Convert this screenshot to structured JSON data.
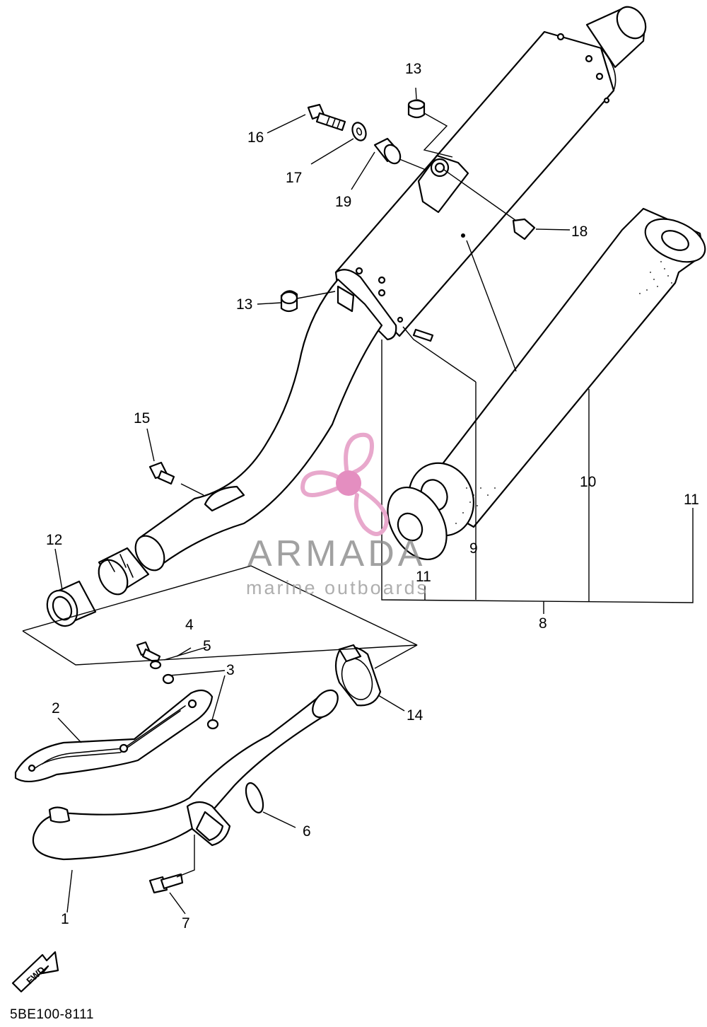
{
  "diagram": {
    "callouts": [
      {
        "id": "c1",
        "label": "1"
      },
      {
        "id": "c2",
        "label": "2"
      },
      {
        "id": "c3",
        "label": "3"
      },
      {
        "id": "c4",
        "label": "4"
      },
      {
        "id": "c5",
        "label": "5"
      },
      {
        "id": "c6",
        "label": "6"
      },
      {
        "id": "c7",
        "label": "7"
      },
      {
        "id": "c8",
        "label": "8"
      },
      {
        "id": "c9",
        "label": "9"
      },
      {
        "id": "c10",
        "label": "10"
      },
      {
        "id": "c11a",
        "label": "11"
      },
      {
        "id": "c11b",
        "label": "11"
      },
      {
        "id": "c12",
        "label": "12"
      },
      {
        "id": "c13a",
        "label": "13"
      },
      {
        "id": "c13b",
        "label": "13"
      },
      {
        "id": "c14",
        "label": "14"
      },
      {
        "id": "c15",
        "label": "15"
      },
      {
        "id": "c16",
        "label": "16"
      },
      {
        "id": "c17",
        "label": "17"
      },
      {
        "id": "c18",
        "label": "18"
      },
      {
        "id": "c19",
        "label": "19"
      }
    ],
    "diagram_code": "5BE100-8111",
    "direction_label": "FWD"
  },
  "watermark": {
    "brand": "ARMADA",
    "subtitle": "marine outboards",
    "colors": {
      "logo_pink": "#e8a8cc",
      "logo_hub": "#e48ec0",
      "text_gray": "#8a8a8a"
    }
  }
}
